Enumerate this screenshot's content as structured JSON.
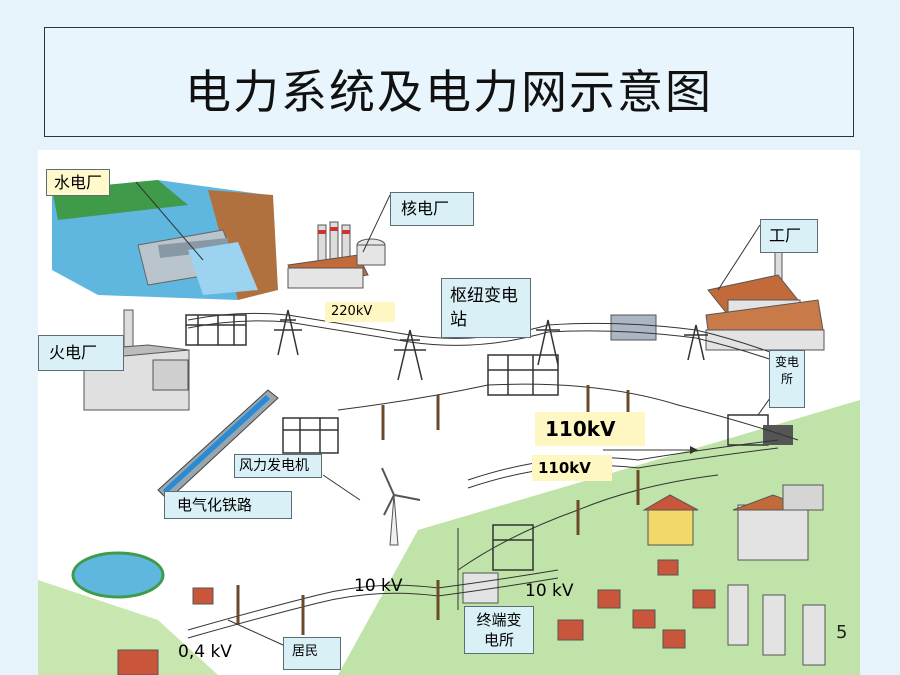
{
  "title": "电力系统及电力网示意图",
  "labels": {
    "hydro_plant": "水电厂",
    "nuclear_plant": "核电厂",
    "factory": "工厂",
    "hub_substation": "枢纽变电站",
    "thermal_plant": "火电厂",
    "substation": "变电所",
    "wind_power": "风力发电机",
    "electrified_railway": "电气化铁路",
    "terminal_substation": "终端变电所",
    "residents": "居民"
  },
  "voltages": {
    "v220": "220kV",
    "v110_big": "110kV",
    "v110_small": "110kV",
    "v10_left": "10 kV",
    "v10_right": "10 kV",
    "v04": "0,4 kV"
  },
  "page_number": "5"
}
